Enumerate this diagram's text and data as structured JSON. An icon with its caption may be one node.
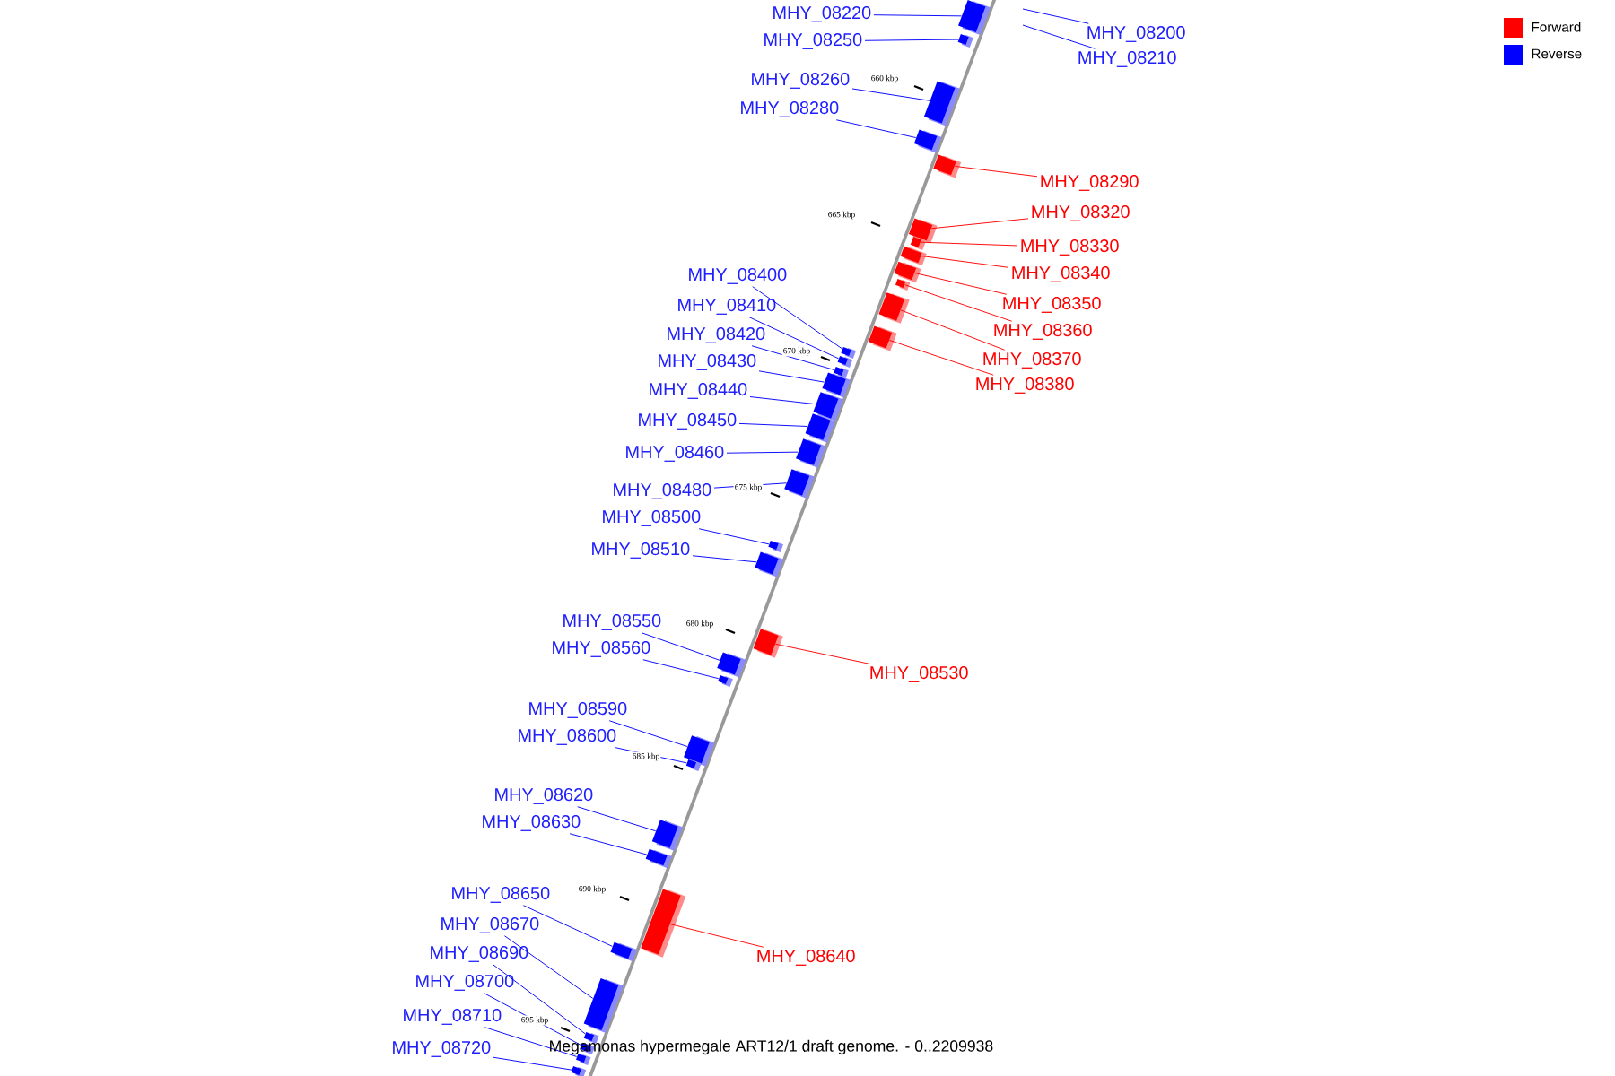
{
  "diagram": {
    "caption": "Megamonas hypermegale ART12/1 draft genome. - 0..2209938",
    "nodes": [
      {
        "text": [
          "MHY_08220"
        ]
      },
      {
        "text": [],
        "shape": "box"
      },
      {
        "text": [
          "MHY_08200"
        ]
      },
      {
        "text": [
          "MHY_08250"
        ]
      },
      {
        "text": [],
        "shape": "box"
      },
      {
        "text": [
          "MHY_08210"
        ]
      },
      {
        "text": [
          "MHY_08260"
        ]
      },
      {
        "text": [],
        "shape": "box"
      },
      {
        "text": [
          "MHY_08280"
        ]
      },
      {
        "text": [],
        "shape": "box"
      },
      {
        "text": [
          "MHY_08290"
        ]
      },
      {
        "text": [],
        "shape": "box"
      },
      {
        "text": [
          "MHY_08320"
        ]
      },
      {
        "text": [],
        "shape": "box"
      },
      {
        "text": [
          "MHY_08330"
        ]
      },
      {
        "text": [],
        "shape": "box"
      },
      {
        "text": [
          "MHY_08340"
        ]
      },
      {
        "text": [],
        "shape": "box"
      },
      {
        "text": [
          "MHY_08400"
        ]
      },
      {
        "text": [],
        "shape": "box"
      },
      {
        "text": [
          "MHY_08350"
        ]
      },
      {
        "text": [],
        "shape": "box"
      },
      {
        "text": [
          "MHY_08410"
        ]
      },
      {
        "text": [],
        "shape": "box"
      },
      {
        "text": [
          "MHY_08360"
        ]
      },
      {
        "text": [],
        "shape": "box"
      },
      {
        "text": [
          "MHY_08420"
        ]
      },
      {
        "text": [],
        "shape": "box"
      },
      {
        "text": [
          "MHY_08370"
        ]
      },
      {
        "text": [],
        "shape": "box"
      },
      {
        "text": [
          "MHY_08430"
        ]
      },
      {
        "text": [],
        "shape": "box"
      },
      {
        "text": [
          "MHY_08380"
        ]
      },
      {
        "text": [],
        "shape": "box"
      },
      {
        "text": [
          "MHY_08440"
        ]
      },
      {
        "text": [],
        "shape": "box"
      },
      {
        "text": [
          "MHY_08450"
        ]
      },
      {
        "text": [],
        "shape": "box"
      },
      {
        "text": [
          "MHY_08460"
        ]
      },
      {
        "text": [],
        "shape": "box"
      },
      {
        "text": [
          "MHY_08480"
        ]
      },
      {
        "text": [],
        "shape": "box"
      },
      {
        "text": [
          "MHY_08500"
        ]
      },
      {
        "text": [],
        "shape": "box"
      },
      {
        "text": [
          "MHY_08510"
        ]
      },
      {
        "text": [],
        "shape": "box"
      },
      {
        "text": [
          "MHY_08550"
        ]
      },
      {
        "text": [],
        "shape": "box"
      },
      {
        "text": [
          "MHY_08560"
        ]
      },
      {
        "text": [],
        "shape": "box"
      },
      {
        "text": [
          "MHY_08530"
        ]
      },
      {
        "text": [],
        "shape": "box"
      },
      {
        "text": [
          "MHY_08590"
        ]
      },
      {
        "text": [],
        "shape": "box"
      },
      {
        "text": [
          "MHY_08600"
        ]
      },
      {
        "text": [],
        "shape": "box"
      },
      {
        "text": [
          "MHY_08620"
        ]
      },
      {
        "text": [],
        "shape": "box"
      },
      {
        "text": [
          "MHY_08630"
        ]
      },
      {
        "text": [],
        "shape": "box"
      },
      {
        "text": [
          "MHY_08650"
        ]
      },
      {
        "text": [],
        "shape": "box"
      },
      {
        "text": [
          "MHY_08670"
        ]
      },
      {
        "text": [],
        "shape": "box"
      },
      {
        "text": [
          "MHY_08640"
        ]
      },
      {
        "text": [],
        "shape": "box"
      },
      {
        "text": [
          "MHY_08690"
        ]
      },
      {
        "text": [],
        "shape": "box"
      },
      {
        "text": [
          "MHY_08700"
        ]
      },
      {
        "text": [],
        "shape": "box"
      },
      {
        "text": [
          "MHY_08710"
        ]
      },
      {
        "text": [],
        "shape": "box"
      },
      {
        "text": [
          "MHY_08720"
        ]
      },
      {
        "text": [],
        "shape": "box"
      }
    ],
    "edges": [
      {
        "from": 0,
        "to": 1,
        "arrow": "none"
      },
      {
        "from": 2,
        "to": null,
        "arrow": "none"
      },
      {
        "from": 3,
        "to": 4,
        "arrow": "none"
      },
      {
        "from": 5,
        "to": null,
        "arrow": "none"
      },
      {
        "from": 6,
        "to": 7,
        "arrow": "none"
      },
      {
        "from": 8,
        "to": 9,
        "arrow": "none"
      },
      {
        "from": 10,
        "to": 11,
        "arrow": "none",
        "color": "#ff0000"
      },
      {
        "from": 12,
        "to": 13,
        "arrow": "none",
        "color": "#ff0000"
      },
      {
        "from": 14,
        "to": 15,
        "arrow": "none",
        "color": "#ff0000"
      },
      {
        "from": 16,
        "to": 17,
        "arrow": "none",
        "color": "#ff0000"
      },
      {
        "from": 18,
        "to": 19,
        "arrow": "none"
      },
      {
        "from": 20,
        "to": 21,
        "arrow": "none",
        "color": "#ff0000"
      },
      {
        "from": 22,
        "to": 23,
        "arrow": "none"
      },
      {
        "from": 24,
        "to": 25,
        "arrow": "none",
        "color": "#ff0000"
      },
      {
        "from": 26,
        "to": 27,
        "arrow": "none"
      },
      {
        "from": 28,
        "to": 29,
        "arrow": "none",
        "color": "#ff0000"
      },
      {
        "from": 30,
        "to": 31,
        "arrow": "none"
      },
      {
        "from": 32,
        "to": 33,
        "arrow": "none",
        "color": "#ff0000"
      },
      {
        "from": 34,
        "to": 35,
        "arrow": "none"
      },
      {
        "from": 36,
        "to": 37,
        "arrow": "none"
      },
      {
        "from": 38,
        "to": 39,
        "arrow": "none"
      },
      {
        "from": 40,
        "to": 41,
        "arrow": "none"
      },
      {
        "from": 42,
        "to": 43,
        "arrow": "none"
      },
      {
        "from": 44,
        "to": 45,
        "arrow": "none"
      },
      {
        "from": 46,
        "to": 47,
        "arrow": "none"
      },
      {
        "from": 48,
        "to": 49,
        "arrow": "none"
      },
      {
        "from": 50,
        "to": 51,
        "arrow": "none",
        "color": "#ff0000"
      },
      {
        "from": 52,
        "to": 53,
        "arrow": "none"
      },
      {
        "from": 54,
        "to": 55,
        "arrow": "none"
      },
      {
        "from": 56,
        "to": 57,
        "arrow": "none"
      },
      {
        "from": 58,
        "to": 59,
        "arrow": "none"
      },
      {
        "from": 60,
        "to": 61,
        "arrow": "none"
      },
      {
        "from": 62,
        "to": 63,
        "arrow": "none"
      },
      {
        "from": 64,
        "to": 65,
        "arrow": "none",
        "color": "#ff0000"
      },
      {
        "from": 66,
        "to": 67,
        "arrow": "none"
      },
      {
        "from": 68,
        "to": 69,
        "arrow": "none"
      },
      {
        "from": 70,
        "to": 71,
        "arrow": "none"
      },
      {
        "from": 72,
        "to": 73,
        "arrow": "none"
      }
    ],
    "labels": [
      "660 kbp",
      "665 kbp",
      "670 kbp",
      "675 kbp",
      "680 kbp",
      "685 kbp",
      "690 kbp",
      "695 kbp"
    ],
    "legend": [
      {
        "text": "Forward",
        "color": "#ff0000"
      },
      {
        "text": "Reverse",
        "color": "#0000ff"
      }
    ]
  }
}
